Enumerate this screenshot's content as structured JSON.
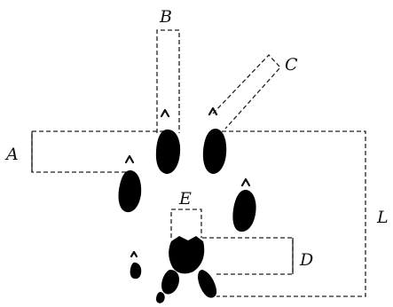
{
  "labels": {
    "A": "A",
    "B": "B",
    "C": "C",
    "D": "D",
    "E": "E",
    "L": "L"
  }
}
